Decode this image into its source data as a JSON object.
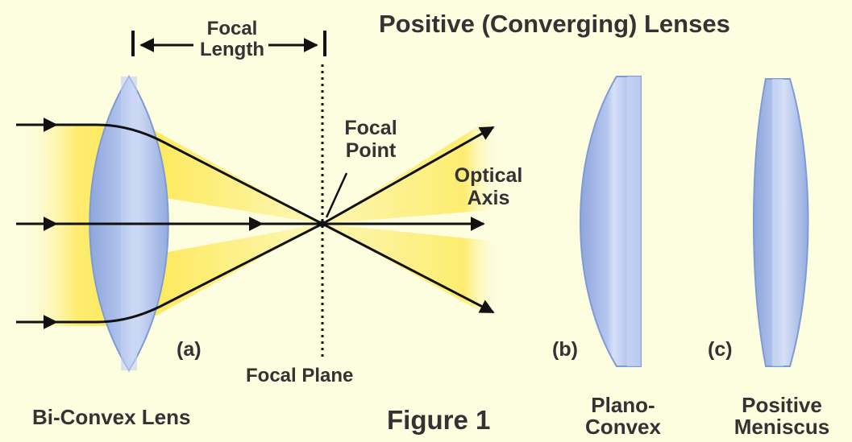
{
  "title": "Positive (Converging) Lenses",
  "focal_length_label": [
    "Focal",
    "Length"
  ],
  "focal_point_label": [
    "Focal",
    "Point"
  ],
  "optical_axis_label": [
    "Optical",
    "Axis"
  ],
  "focal_plane_label": "Focal Plane",
  "figure_label": "Figure 1",
  "panel_a": {
    "letter": "(a)",
    "caption": "Bi-Convex Lens"
  },
  "panel_b": {
    "letter": "(b)",
    "caption": [
      "Plano-",
      "Convex"
    ]
  },
  "panel_c": {
    "letter": "(c)",
    "caption": [
      "Positive",
      "Meniscus"
    ]
  },
  "colors": {
    "background": "#fdfde0",
    "lens_fill": "#9fb5e6",
    "lens_edge": "#7f9bd3",
    "light_glow": "#fde74a",
    "ray": "#111111",
    "text": "#333333"
  }
}
